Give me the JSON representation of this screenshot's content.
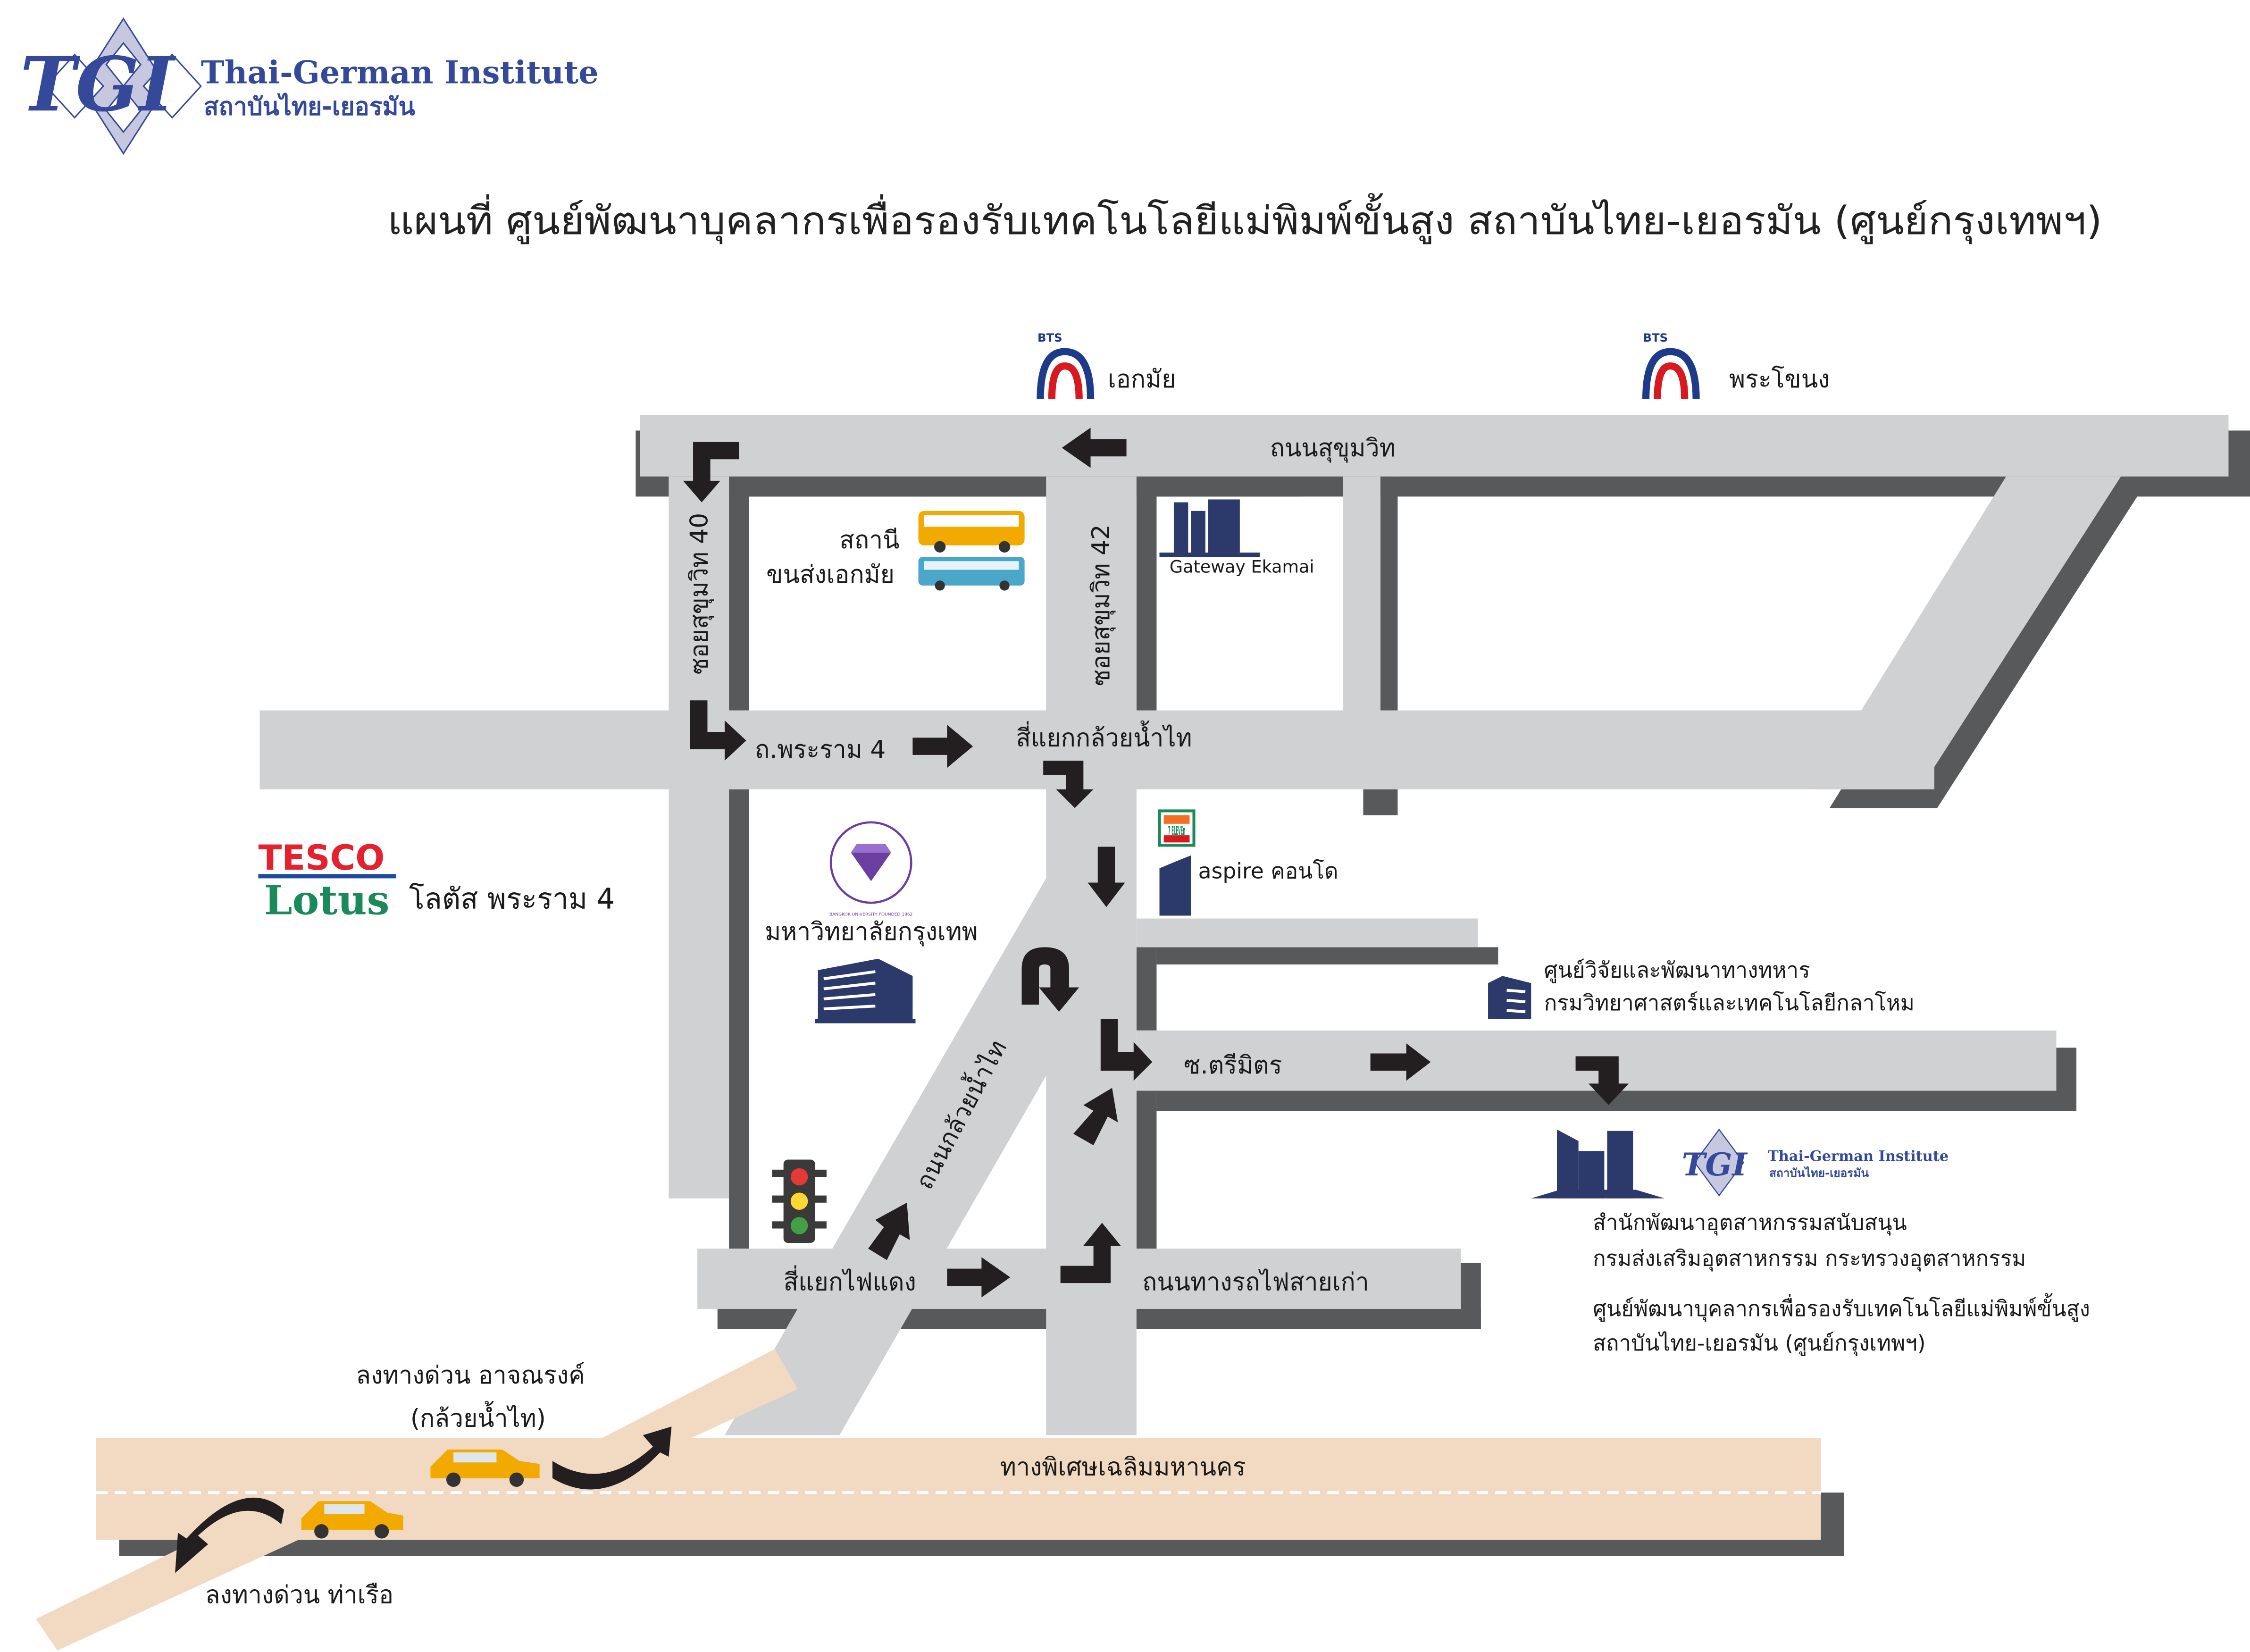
{
  "header": {
    "logo_mark": "TGI",
    "logo_en": "Thai-German Institute",
    "logo_th": "สถาบันไทย-เยอรมัน"
  },
  "title": "แผนที่ ศูนย์พัฒนาบุคลากรเพื่อรองรับเทคโนโลยีแม่พิมพ์ขั้นสูง สถาบันไทย-เยอรมัน (ศูนย์กรุงเทพฯ)",
  "bts": [
    {
      "logo": "BTS",
      "station": "เอกมัย"
    },
    {
      "logo": "BTS",
      "station": "พระโขนง"
    }
  ],
  "roads": {
    "sukhumvit": "ถนนสุขุมวิท",
    "soi40": "ซอยสุขุมวิท 40",
    "soi42": "ซอยสุขุมวิท 42",
    "rama4": "ถ.พระราม 4",
    "kluay_intersection": "สี่แยกกล้วยน้ำไท",
    "kluay_road": "ถนนกล้วยน้ำไท",
    "trimit": "ซ.ตรีมิตร",
    "traffic_light_intersection": "สี่แยกไฟแดง",
    "old_railway": "ถนนทางรถไฟสายเก่า",
    "expressway": "ทางพิเศษเฉลิมมหานคร"
  },
  "landmarks": {
    "bus_terminal": [
      "สถานี",
      "ขนส่งเอกมัย"
    ],
    "gateway": "Gateway Ekamai",
    "tesco_logo": [
      "TESCO",
      "Lotus"
    ],
    "tesco_label": "โลตัส พระราม 4",
    "seven_eleven_logo": "7 ELEVEn",
    "aspire": "aspire คอนโด",
    "bangkok_university_seal": "BANGKOK UNIVERSITY FOUNDED 1962",
    "bangkok_university": "มหาวิทยาลัยกรุงเทพ",
    "military_center": [
      "ศูนย์วิจัยและพัฒนาทางทหาร",
      "กรมวิทยาศาสตร์และเทคโนโลยีกลาโหม"
    ],
    "tgi_office": [
      "สำนักพัฒนาอุตสาหกรรมสนับสนุน",
      "กรมส่งเสริมอุตสาหกรรม กระทรวงอุตสาหกรรม"
    ],
    "tgi_center": [
      "ศูนย์พัฒนาบุคลากรเพื่อรองรับเทคโนโลยีแม่พิมพ์ขั้นสูง",
      "สถาบันไทย-เยอรมัน (ศูนย์กรุงเทพฯ)"
    ]
  },
  "exits": {
    "arjnarong": [
      "ลงทางด่วน อาจณรงค์",
      "(กล้วยน้ำไท)"
    ],
    "tha_ruea": "ลงทางด่วน ท่าเรือ"
  },
  "colors": {
    "road": "#cfd1d2",
    "road_shadow": "#58595b",
    "expressway": "#f2d9c2",
    "brand_blue": "#34499a",
    "building_navy": "#2b3a6b",
    "arrow": "#231f20"
  }
}
